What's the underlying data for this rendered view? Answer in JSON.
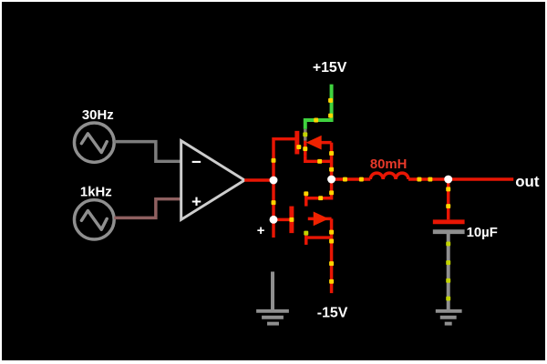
{
  "app": {
    "type": "analog-circuit-simulation"
  },
  "colors": {
    "background": "#000000",
    "supply_positive_wire": "#3fd23f",
    "hot_wire": "#e81604",
    "neutral_wire": "#8f8f8f",
    "signal_wire_low": "#8f6060",
    "signal_wire_zero": "#7d7d7d",
    "current_dot": "#ffd400",
    "current_dot_alt": "#c2d400",
    "node": "#ffffff",
    "label_text": "#ffffff",
    "inductor_label": "#e8392a",
    "opamp_outline": "#cdcdcd"
  },
  "labels": {
    "source_top": "30Hz",
    "source_bottom": "1kHz",
    "opamp_inverting": "−",
    "opamp_noninverting": "+",
    "supply_positive": "+15V",
    "supply_negative": "-15V",
    "inductor_value": "80mH",
    "capacitor_value": "10µF",
    "output": "out",
    "bias_polarity": "+"
  }
}
